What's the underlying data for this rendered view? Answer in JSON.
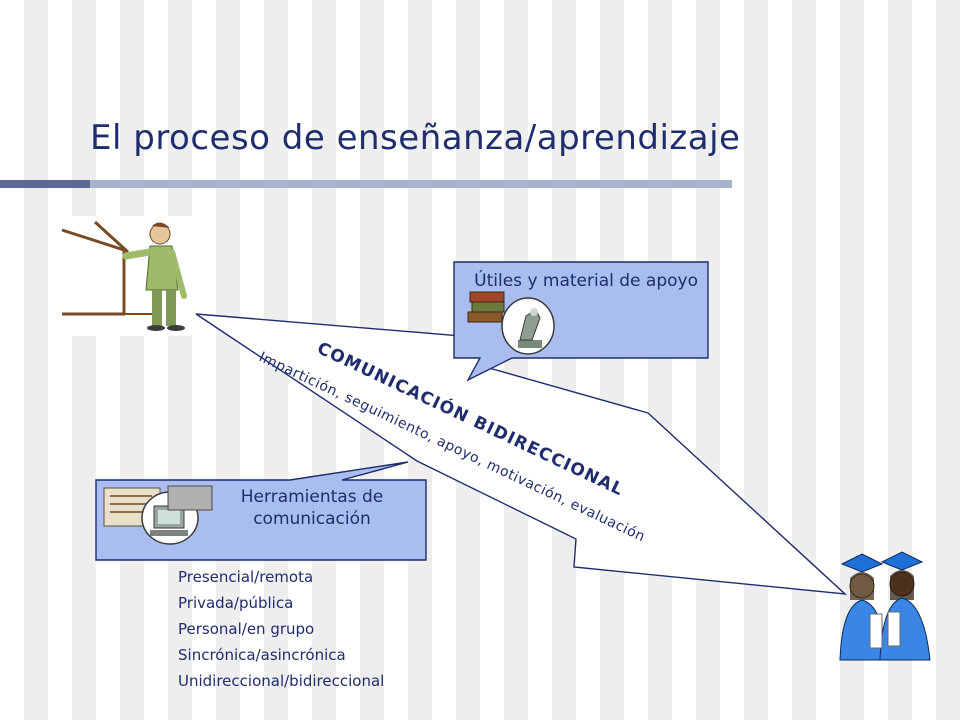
{
  "slide": {
    "title": "El proceso de enseñanza/aprendizaje"
  },
  "arrow": {
    "title": "COMUNICACIÓN BIDIRECCIONAL",
    "subtitle": "Impartición, seguimiento, apoyo, motivación, evaluación"
  },
  "callouts": {
    "materials": "Útiles y material de apoyo",
    "tools": "Herramientas de comunicación"
  },
  "modes": [
    "Presencial/remota",
    "Privada/pública",
    "Personal/en grupo",
    "Sincrónica/asincrónica",
    "Unidireccional/bidireccional"
  ],
  "icons": {
    "teacher": "teacher-pointing-icon",
    "students": "graduates-icon",
    "materials": "books-microscope-icon",
    "tools": "computer-communication-icon"
  },
  "colors": {
    "title": "#1f2d6e",
    "callout_fill": "#a9bdef",
    "title_bar": "#a8b3cd"
  }
}
